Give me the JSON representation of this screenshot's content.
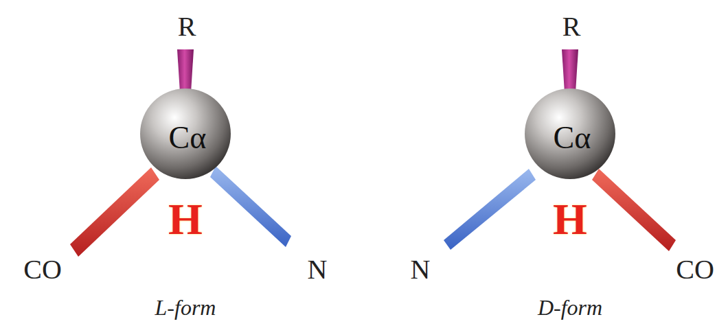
{
  "diagram": {
    "nodes": [
      {
        "text": [
          "Cα",
          "H"
        ]
      },
      {
        "text": [
          "Cα",
          "H"
        ]
      }
    ],
    "labels": [
      "R",
      "CO",
      "N",
      "L-form",
      "R",
      "N",
      "CO",
      "D-form"
    ]
  }
}
